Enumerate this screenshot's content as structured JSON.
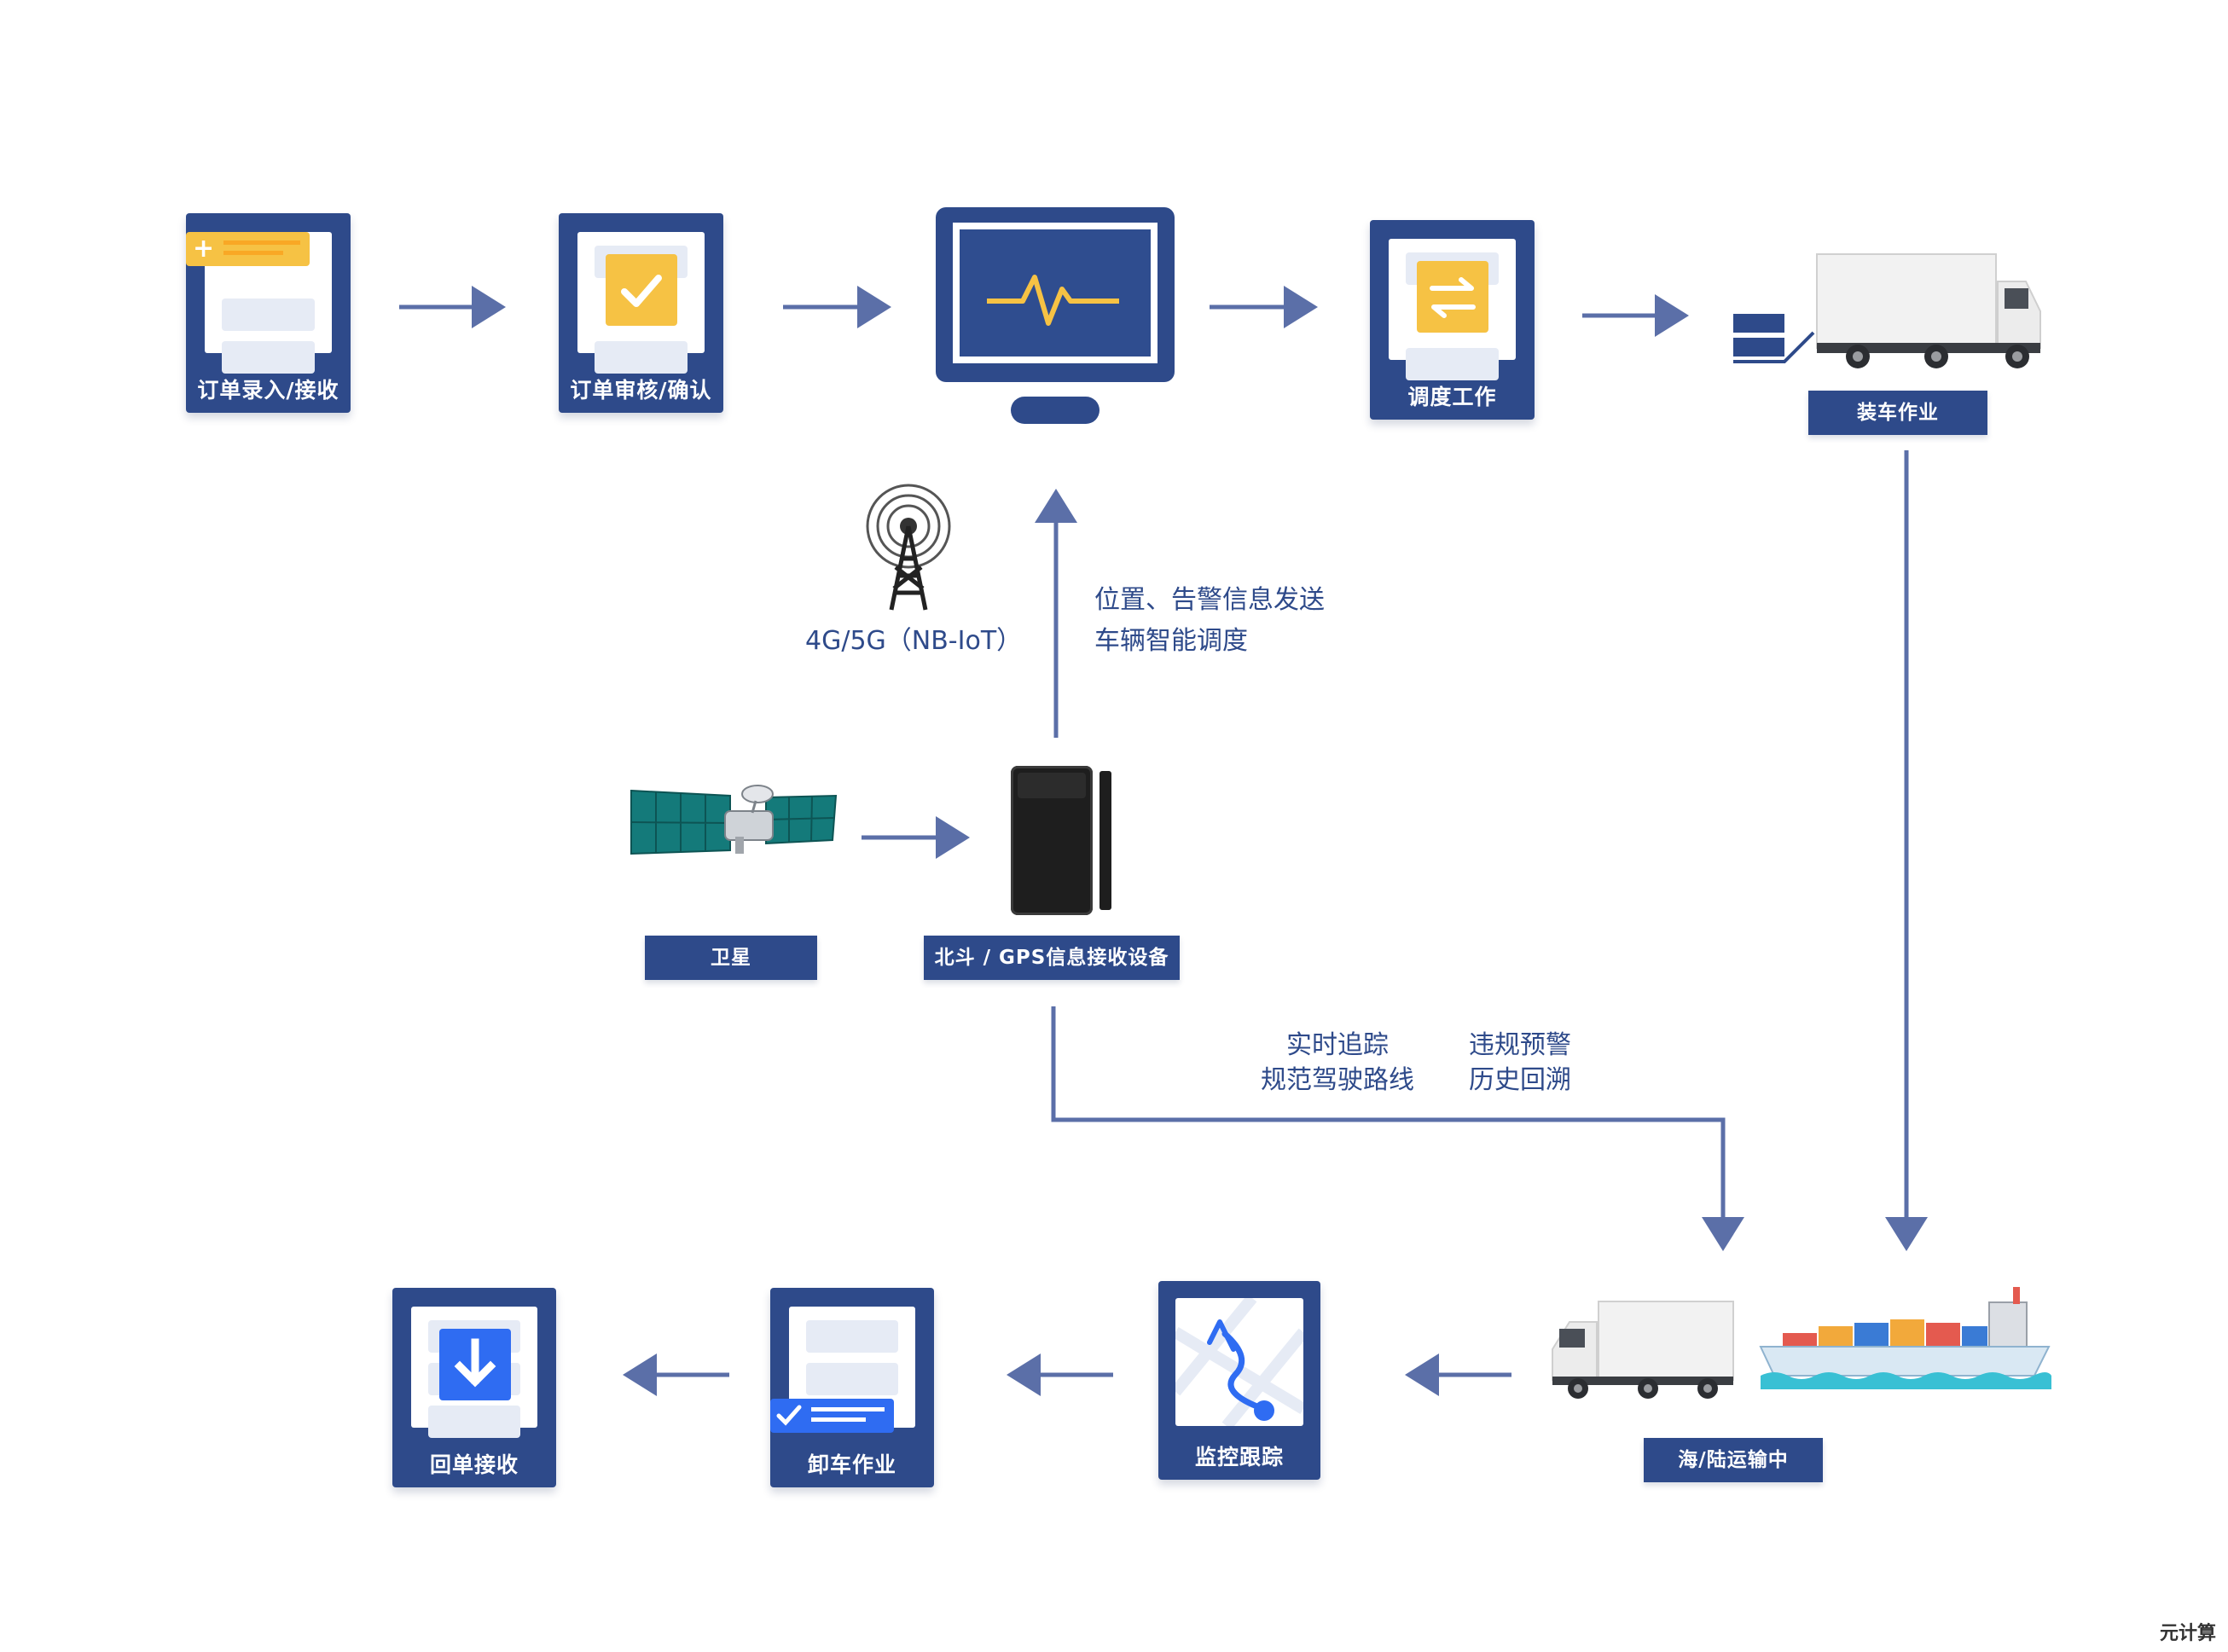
{
  "nodes": {
    "order_entry": "订单录入/接收",
    "order_review": "订单审核/确认",
    "dispatch": "调度工作",
    "loading": "装车作业",
    "satellite": "卫星",
    "gps_device": "北斗 / GPS信息接收设备",
    "in_transit": "海/陆运输中",
    "monitoring": "监控跟踪",
    "unloading": "卸车作业",
    "receipt_return": "回单接收"
  },
  "annotations": {
    "network": "4G/5G（NB-IoT）",
    "upload_line1": "位置、告警信息发送",
    "upload_line2": "车辆智能调度",
    "track_line1": "实时追踪",
    "track_line2": "规范驾驶路线",
    "alert_line1": "违规预警",
    "alert_line2": "历史回溯"
  },
  "watermark": "元计算",
  "colors": {
    "primary": "#2e4a8a",
    "arrow": "#5b6fa8",
    "accent_yellow": "#f6c244",
    "accent_blue": "#2f6cf2",
    "monitor_screen": "#2e4a8a"
  }
}
